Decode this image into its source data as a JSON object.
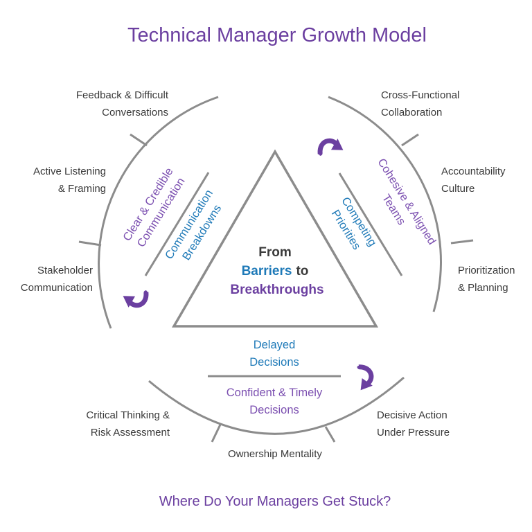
{
  "title": "Technical Manager Growth Model",
  "footer": "Where Do Your Managers Get Stuck?",
  "center": {
    "line1": "From",
    "line2_highlight": "Barriers",
    "line2_rest": "to",
    "line3": "Breakthroughs"
  },
  "left_segment": {
    "barrier": [
      "Communication",
      "Breakdowns"
    ],
    "breakthrough": [
      "Clear & Credible",
      "Communication"
    ],
    "skills": [
      [
        "Feedback & Difficult",
        "Conversations"
      ],
      [
        "Active Listening",
        "& Framing"
      ],
      [
        "Stakeholder",
        "Communication"
      ]
    ]
  },
  "right_segment": {
    "barrier": [
      "Competing",
      "Priorities"
    ],
    "breakthrough": [
      "Cohesive & Aligned",
      "Teams"
    ],
    "skills": [
      [
        "Cross-Functional",
        "Collaboration"
      ],
      [
        "Accountability",
        "Culture"
      ],
      [
        "Prioritization",
        "& Planning"
      ]
    ]
  },
  "bottom_segment": {
    "barrier": [
      "Delayed",
      "Decisions"
    ],
    "breakthrough": [
      "Confident & Timely",
      "Decisions"
    ],
    "skills": [
      [
        "Critical Thinking &",
        "Risk Assessment"
      ],
      [
        "Ownership Mentality"
      ],
      [
        "Decisive Action",
        "Under Pressure"
      ]
    ]
  },
  "colors": {
    "purple": "#6b3fa0",
    "blue": "#1f7ab8",
    "gray_line": "#8c8c8c",
    "text": "#3a3a3a"
  },
  "icons": [
    "curved-arrow-icon"
  ]
}
